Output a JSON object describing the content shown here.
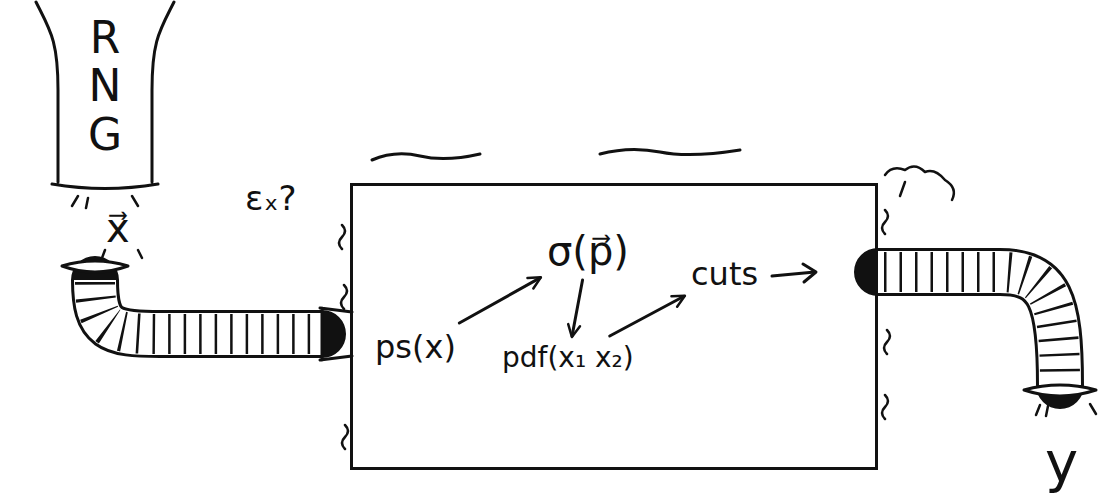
{
  "diagram": {
    "nodes": [
      {
        "text": [
          "R N G"
        ]
      },
      {
        "text": [
          "εₓ?"
        ]
      },
      {
        "text": [
          "ps(x)"
        ],
        "in": 1
      },
      {
        "text": [
          "σ(p⃗)"
        ],
        "in": 1
      },
      {
        "text": [
          "pdf(x₁ x₂)"
        ],
        "in": 1
      },
      {
        "text": [
          "cuts"
        ],
        "in": 1
      }
    ],
    "edges": [
      {
        "from": 2,
        "to": 3,
        "arrow": "to"
      },
      {
        "from": 3,
        "to": 4,
        "arrow": "to"
      },
      {
        "from": 4,
        "to": 5,
        "arrow": "to"
      }
    ],
    "labels": [
      "x⃗",
      "y"
    ]
  }
}
